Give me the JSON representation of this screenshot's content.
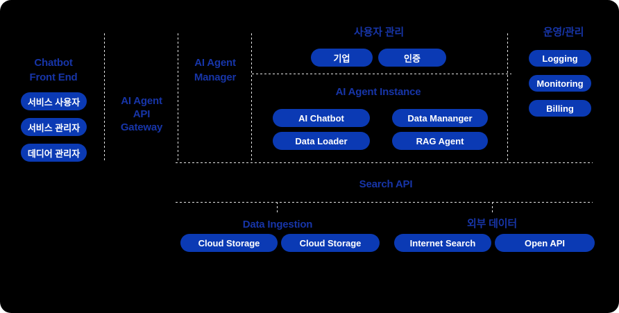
{
  "colors": {
    "page_bg": "#ffffff",
    "canvas_bg": "#000000",
    "pill_bg": "#0B3AB4",
    "pill_text": "#FFFFFF",
    "title_text": "#1735A8",
    "divider": "#E6E6E6"
  },
  "frontend": {
    "title_lines": [
      "Chatbot",
      "Front End"
    ],
    "pills": [
      "서비스 사용자",
      "서비스 관리자",
      "데디어 관리자"
    ]
  },
  "gateway": {
    "title_lines": [
      "AI Agent",
      "API",
      "Gateway"
    ]
  },
  "manager": {
    "title_lines": [
      "AI Agent",
      "Manager"
    ]
  },
  "user_mgmt": {
    "title": "사용자 관리",
    "pills": [
      "기업",
      "인증"
    ]
  },
  "instance": {
    "title": "AI Agent Instance",
    "pills": [
      "AI Chatbot",
      "Data Mananger",
      "Data Loader",
      "RAG Agent"
    ]
  },
  "ops": {
    "title": "운영/관리",
    "pills": [
      "Logging",
      "Monitoring",
      "Billing"
    ]
  },
  "search_api": {
    "title": "Search API"
  },
  "ingestion": {
    "title": "Data Ingestion",
    "pills": [
      "Cloud Storage",
      "Cloud Storage"
    ]
  },
  "external": {
    "title": "외부 데이터",
    "pills": [
      "Internet Search",
      "Open API"
    ]
  }
}
